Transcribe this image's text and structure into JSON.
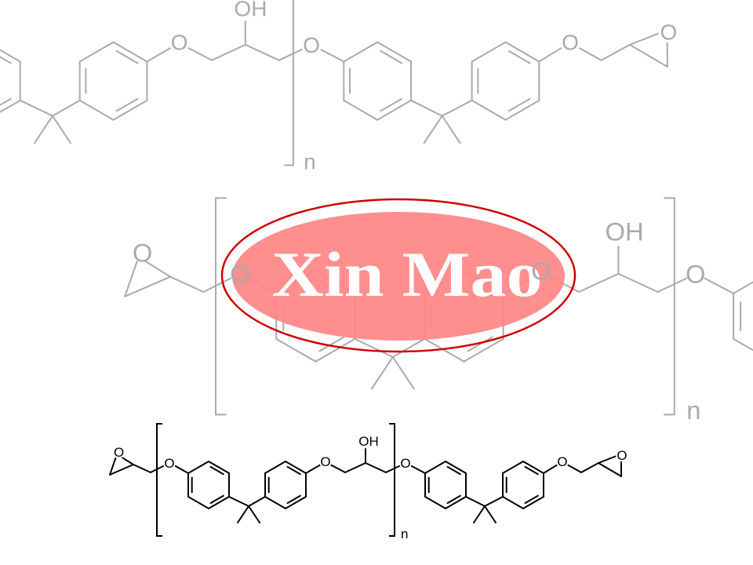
{
  "structure": {
    "atom_labels": {
      "oxygen": "O",
      "hydroxyl": "OH",
      "repeat_subscript": "n"
    },
    "copies": [
      {
        "role": "background-top",
        "color": "#aaaaaa"
      },
      {
        "role": "background-middle",
        "color": "#aaaaaa"
      },
      {
        "role": "foreground",
        "color": "#000000"
      }
    ]
  },
  "watermark": {
    "text": "Xin Mao",
    "fill_color": "#ff8585",
    "ring_color": "#cc0000",
    "text_color": "#ffffff"
  }
}
